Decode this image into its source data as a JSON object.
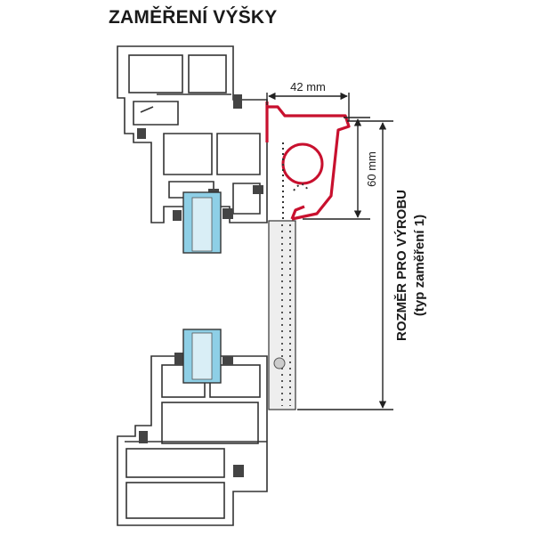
{
  "title": "ZAMĚŘENÍ VÝŠKY",
  "dimensions": {
    "width_label": "42 mm",
    "height_label": "60 mm",
    "production_line1": "ROZMĚR PRO VÝROBU",
    "production_line2": "(typ zaměření 1)"
  },
  "colors": {
    "profile_stroke": "#333333",
    "profile_fill": "#ffffff",
    "glass": "#8ecfe6",
    "box_red": "#c8102e",
    "slat": "#eeeeee",
    "dim_line": "#222222"
  }
}
